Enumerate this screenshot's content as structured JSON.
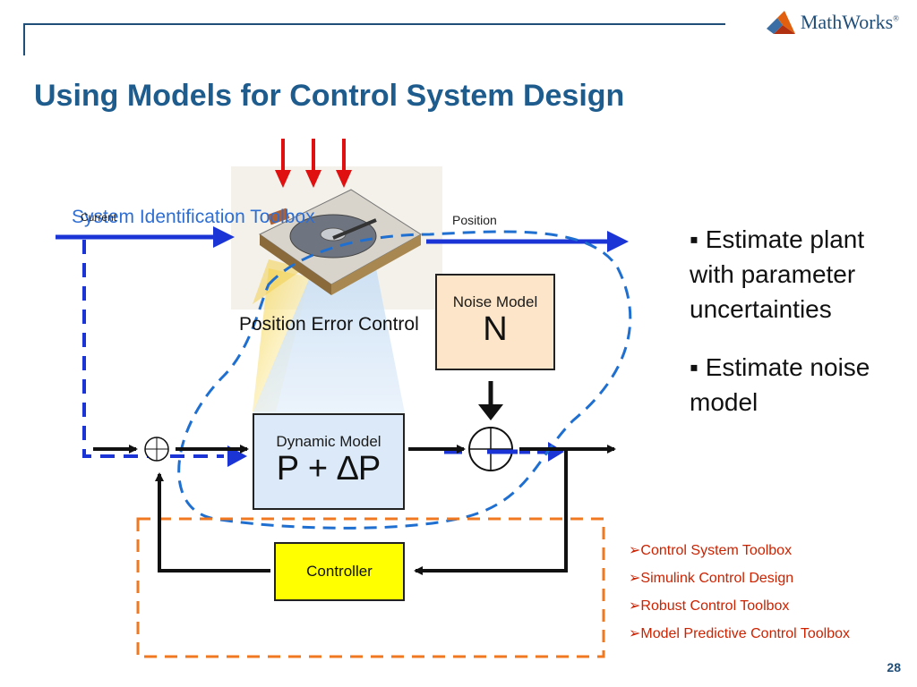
{
  "logo": {
    "name": "MathWorks",
    "mark": "®"
  },
  "slide": {
    "title": "Using Models for Control System Design",
    "page_number": "28"
  },
  "diagram": {
    "system_identification_label": "System Identification Toolbox",
    "current_label": "Current",
    "position_label": "Position",
    "position_error_control_label": "Position Error Control",
    "noise_model": {
      "label": "Noise Model",
      "symbol": "N"
    },
    "dynamic_model": {
      "label": "Dynamic Model",
      "symbol": "P + ∆P"
    },
    "controller": {
      "label": "Controller"
    }
  },
  "bullets": [
    "Estimate plant with parameter uncertainties",
    "Estimate noise model"
  ],
  "toolboxes": [
    "Control System Toolbox",
    "Simulink Control Design",
    "Robust Control Toolbox",
    "Model Predictive Control Toolbox"
  ],
  "colors": {
    "title": "#1f5c8e",
    "signal_arrow": "#1a34d6",
    "input_arrow": "#e01010",
    "dashed_region": "#1f6fd1",
    "controller_region": "#f07820",
    "toolbox_text": "#cc2200"
  }
}
